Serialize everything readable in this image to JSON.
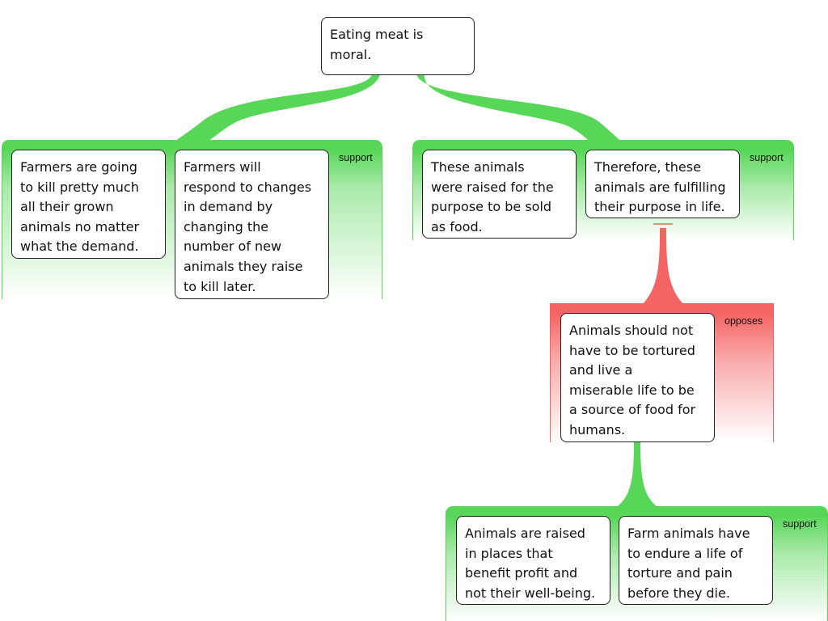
{
  "colors": {
    "support": "#58d658",
    "opposes": "#f46464"
  },
  "nodes": {
    "root": "Eating meat is\nmoral.",
    "n1": "Farmers are going\nto kill pretty much\nall their grown\nanimals no matter\nwhat the demand.",
    "n2": "Farmers will\nrespond to changes\nin demand by\nchanging the\nnumber of new\nanimals they raise\nto kill later.",
    "n3": "These animals\nwere raised for the\npurpose to be sold\nas food.",
    "n4": "Therefore, these\nanimals are fulfilling\ntheir purpose in life.",
    "n5": "Animals should not\nhave to be tortured\nand live a\nmiserable life to be\na source of food for\nhumans.",
    "n6": "Animals are raised\nin places that\nbenefit profit and\nnot their well-being.",
    "n7": "Farm animals have\nto endure a life of\ntorture and pain\nbefore they die."
  },
  "groups": {
    "g1": {
      "label": "support"
    },
    "g2": {
      "label": "support"
    },
    "g3": {
      "label": "opposes"
    },
    "g4": {
      "label": "support"
    }
  }
}
